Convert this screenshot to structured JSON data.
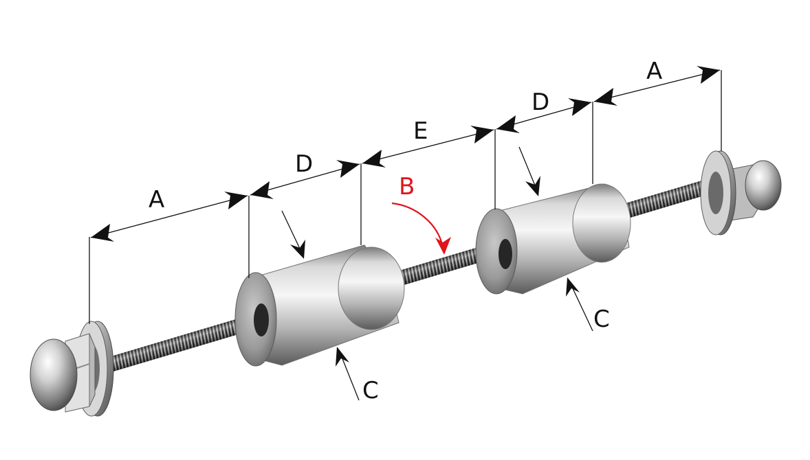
{
  "labels": {
    "a_left": "A",
    "a_right": "A",
    "d_left": "D",
    "d_right": "D",
    "e": "E",
    "b": "B",
    "c_left": "C",
    "c_right": "C"
  },
  "colors": {
    "annotation": "#111111",
    "highlight": "#e0141b",
    "metal_light": "#eeeeee",
    "metal_dark": "#6a6a6a"
  },
  "parts": [
    "acorn-nut-left",
    "washer-left",
    "threaded-rod",
    "spacer-left",
    "spacer-right",
    "washer-right",
    "acorn-nut-right"
  ]
}
